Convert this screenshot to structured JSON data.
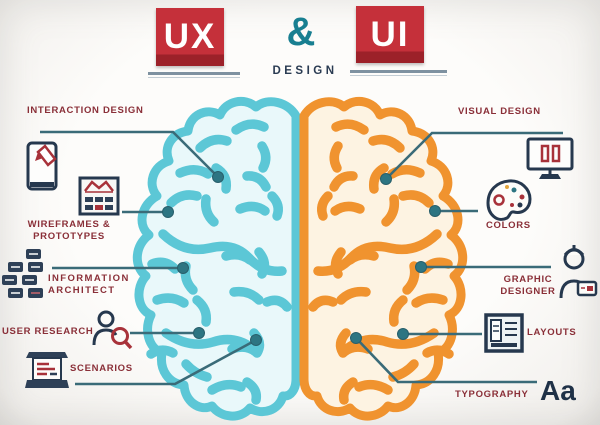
{
  "header": {
    "left_badge": "UX",
    "ampersand": "&",
    "right_badge": "UI",
    "subtitle": "DESIGN"
  },
  "ux_side": {
    "theme_color": "#5cc7d6",
    "items": [
      {
        "label": "INTERACTION DESIGN",
        "icon": "tablet-pen-icon"
      },
      {
        "label": "WIREFRAMES & PROTOTYPES",
        "icon": "wireframe-grid-icon"
      },
      {
        "label": "INFORMATION ARCHITECT",
        "icon": "sitemap-icon"
      },
      {
        "label": "USER RESEARCH",
        "icon": "user-search-icon"
      },
      {
        "label": "SCENARIOS",
        "icon": "scroll-icon"
      }
    ]
  },
  "ui_side": {
    "theme_color": "#f0932f",
    "items": [
      {
        "label": "VISUAL DESIGN",
        "icon": "monitor-icon"
      },
      {
        "label": "COLORS",
        "icon": "palette-icon"
      },
      {
        "label": "GRAPHIC DESIGNER",
        "icon": "designer-person-icon"
      },
      {
        "label": "LAYOUTS",
        "icon": "layout-icon"
      },
      {
        "label": "TYPOGRAPHY",
        "icon": "typography-aa-icon",
        "icon_text": "Aa"
      }
    ]
  },
  "colors": {
    "badge_red": "#c5303a",
    "ampersand_teal": "#187f91",
    "brain_left_teal": "#5cc7d6",
    "brain_right_orange": "#f0932f",
    "label_maroon": "#8a2f38",
    "connector_line": "#3a6b78",
    "connector_dot": "#2d7582",
    "icon_navy": "#26384e",
    "icon_red": "#a8323a"
  }
}
